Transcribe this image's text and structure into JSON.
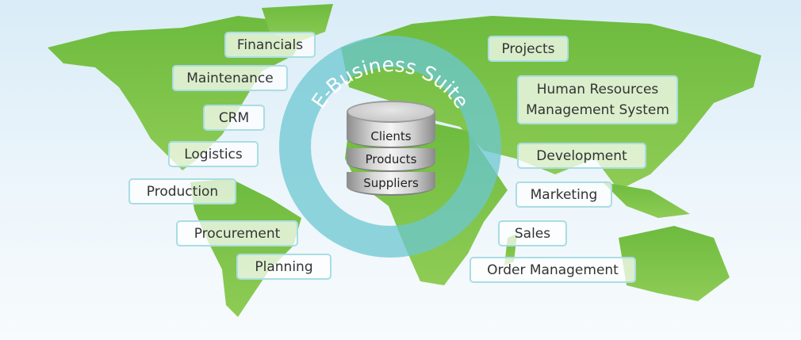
{
  "title": "E-Business Suite",
  "database": {
    "segments": [
      "Clients",
      "Products",
      "Suppliers"
    ]
  },
  "modules_left": [
    "Financials",
    "Maintenance",
    "CRM",
    "Logistics",
    "Production",
    "Procurement",
    "Planning"
  ],
  "modules_right": {
    "projects": "Projects",
    "hr_line1": "Human Resources",
    "hr_line2": "Management System",
    "development": "Development",
    "marketing": "Marketing",
    "sales": "Sales",
    "order_management": "Order Management"
  },
  "colors": {
    "land": "#7cc242",
    "ring": "#6cc7d2",
    "label_border": "#a9dde3"
  }
}
